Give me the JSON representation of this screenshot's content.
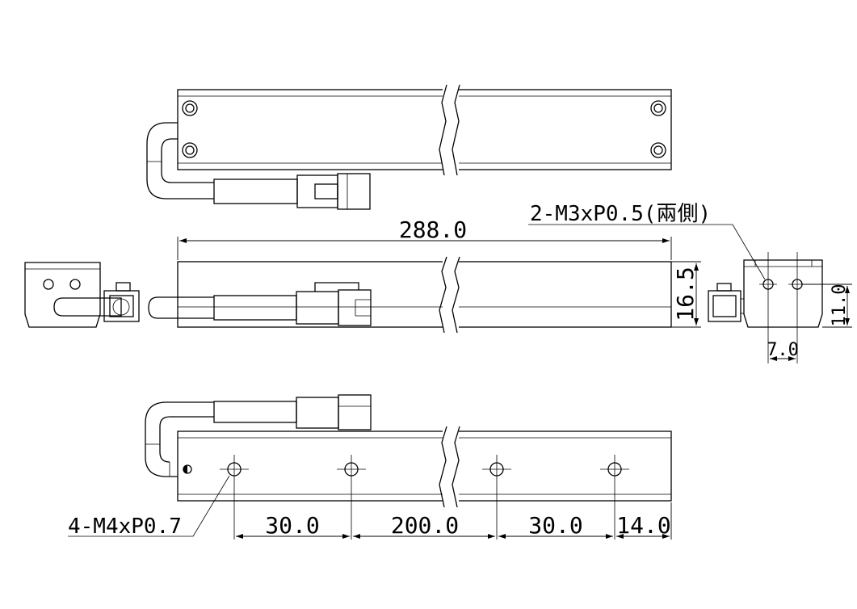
{
  "dimensions": {
    "total_length": "288.0",
    "height": "16.5",
    "end_width": "11.0",
    "end_hole_spacing": "7.0",
    "hole_pitch_1": "30.0",
    "hole_pitch_2": "200.0",
    "hole_pitch_3": "30.0",
    "end_offset": "14.0"
  },
  "callouts": {
    "side_thread": "2-M3xP0.5(兩側)",
    "bottom_thread": "4-M4xP0.7"
  }
}
